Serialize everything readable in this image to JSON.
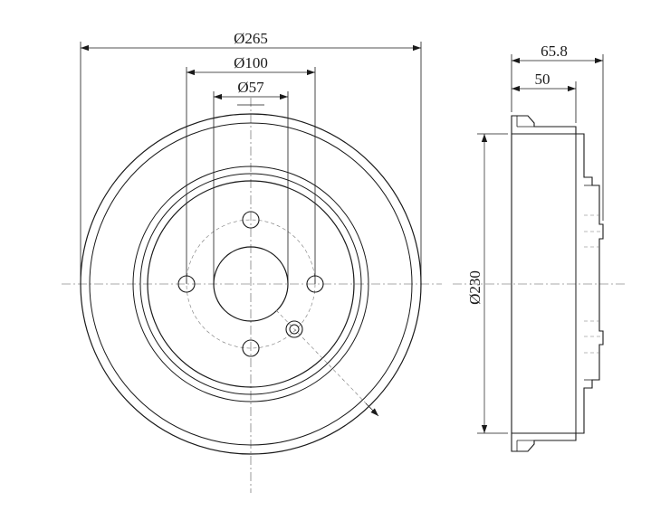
{
  "dimensions": {
    "outer_diameter": "Ø265",
    "bolt_circle": "Ø100",
    "center_bore": "Ø57",
    "overall_height": "65.8",
    "drum_depth": "50",
    "drum_inner_diameter": "Ø230"
  }
}
